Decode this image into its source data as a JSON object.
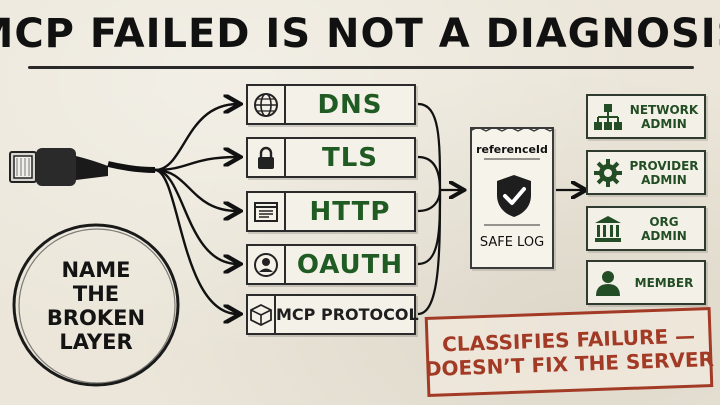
{
  "title": "MCP FAILED IS NOT A DIAGNOSIS",
  "layers": [
    {
      "label": "DNS",
      "icon": "globe-icon"
    },
    {
      "label": "TLS",
      "icon": "lock-icon"
    },
    {
      "label": "HTTP",
      "icon": "browser-window-icon"
    },
    {
      "label": "OAUTH",
      "icon": "user-circle-icon"
    },
    {
      "label": "MCP PROTOCOL",
      "icon": "cube-icon"
    }
  ],
  "receipt": {
    "reference": "referenceId",
    "icon": "shield-check-icon",
    "label": "SAFE LOG"
  },
  "roles": [
    {
      "label": "NETWORK\nADMIN",
      "icon": "network-icon"
    },
    {
      "label": "PROVIDER\nADMIN",
      "icon": "gear-icon"
    },
    {
      "label": "ORG\nADMIN",
      "icon": "institution-icon"
    },
    {
      "label": "MEMBER",
      "icon": "person-icon"
    }
  ],
  "callout": {
    "line1": "NAME",
    "line2": "THE",
    "line3": "BROKEN",
    "line4": "LAYER"
  },
  "stamp": {
    "line1": "CLASSIFIES FAILURE —",
    "line2": "DOESN’T FIX THE SERVER"
  },
  "colors": {
    "layer_text": "#1f5b22",
    "stamp": "#a23a25",
    "ink": "#111111",
    "paper": "#ebe6d9"
  }
}
